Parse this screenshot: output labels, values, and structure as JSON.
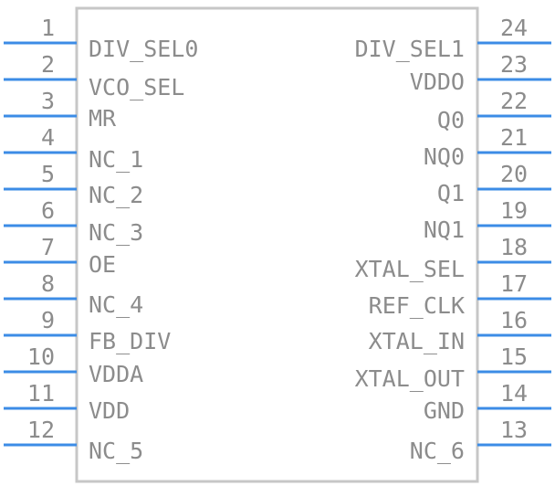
{
  "colors": {
    "body_outline": "#c7c7c7",
    "pin_line": "#3c8ce6",
    "text": "#8c8c8c",
    "background": "#ffffff"
  },
  "left_pins": [
    {
      "num": "1",
      "label": "DIV_SEL0"
    },
    {
      "num": "2",
      "label": "VCO_SEL"
    },
    {
      "num": "3",
      "label": "MR"
    },
    {
      "num": "4",
      "label": "NC_1"
    },
    {
      "num": "5",
      "label": "NC_2"
    },
    {
      "num": "6",
      "label": "NC_3"
    },
    {
      "num": "7",
      "label": "OE"
    },
    {
      "num": "8",
      "label": "NC_4"
    },
    {
      "num": "9",
      "label": "FB_DIV"
    },
    {
      "num": "10",
      "label": "VDDA"
    },
    {
      "num": "11",
      "label": "VDD"
    },
    {
      "num": "12",
      "label": "NC_5"
    }
  ],
  "right_pins": [
    {
      "num": "24",
      "label": "DIV_SEL1"
    },
    {
      "num": "23",
      "label": "VDDO"
    },
    {
      "num": "22",
      "label": "Q0"
    },
    {
      "num": "21",
      "label": "NQ0"
    },
    {
      "num": "20",
      "label": "Q1"
    },
    {
      "num": "19",
      "label": "NQ1"
    },
    {
      "num": "18",
      "label": "XTAL_SEL"
    },
    {
      "num": "17",
      "label": "REF_CLK"
    },
    {
      "num": "16",
      "label": "XTAL_IN"
    },
    {
      "num": "15",
      "label": "XTAL_OUT"
    },
    {
      "num": "14",
      "label": "GND"
    },
    {
      "num": "13",
      "label": "NC_6"
    }
  ]
}
